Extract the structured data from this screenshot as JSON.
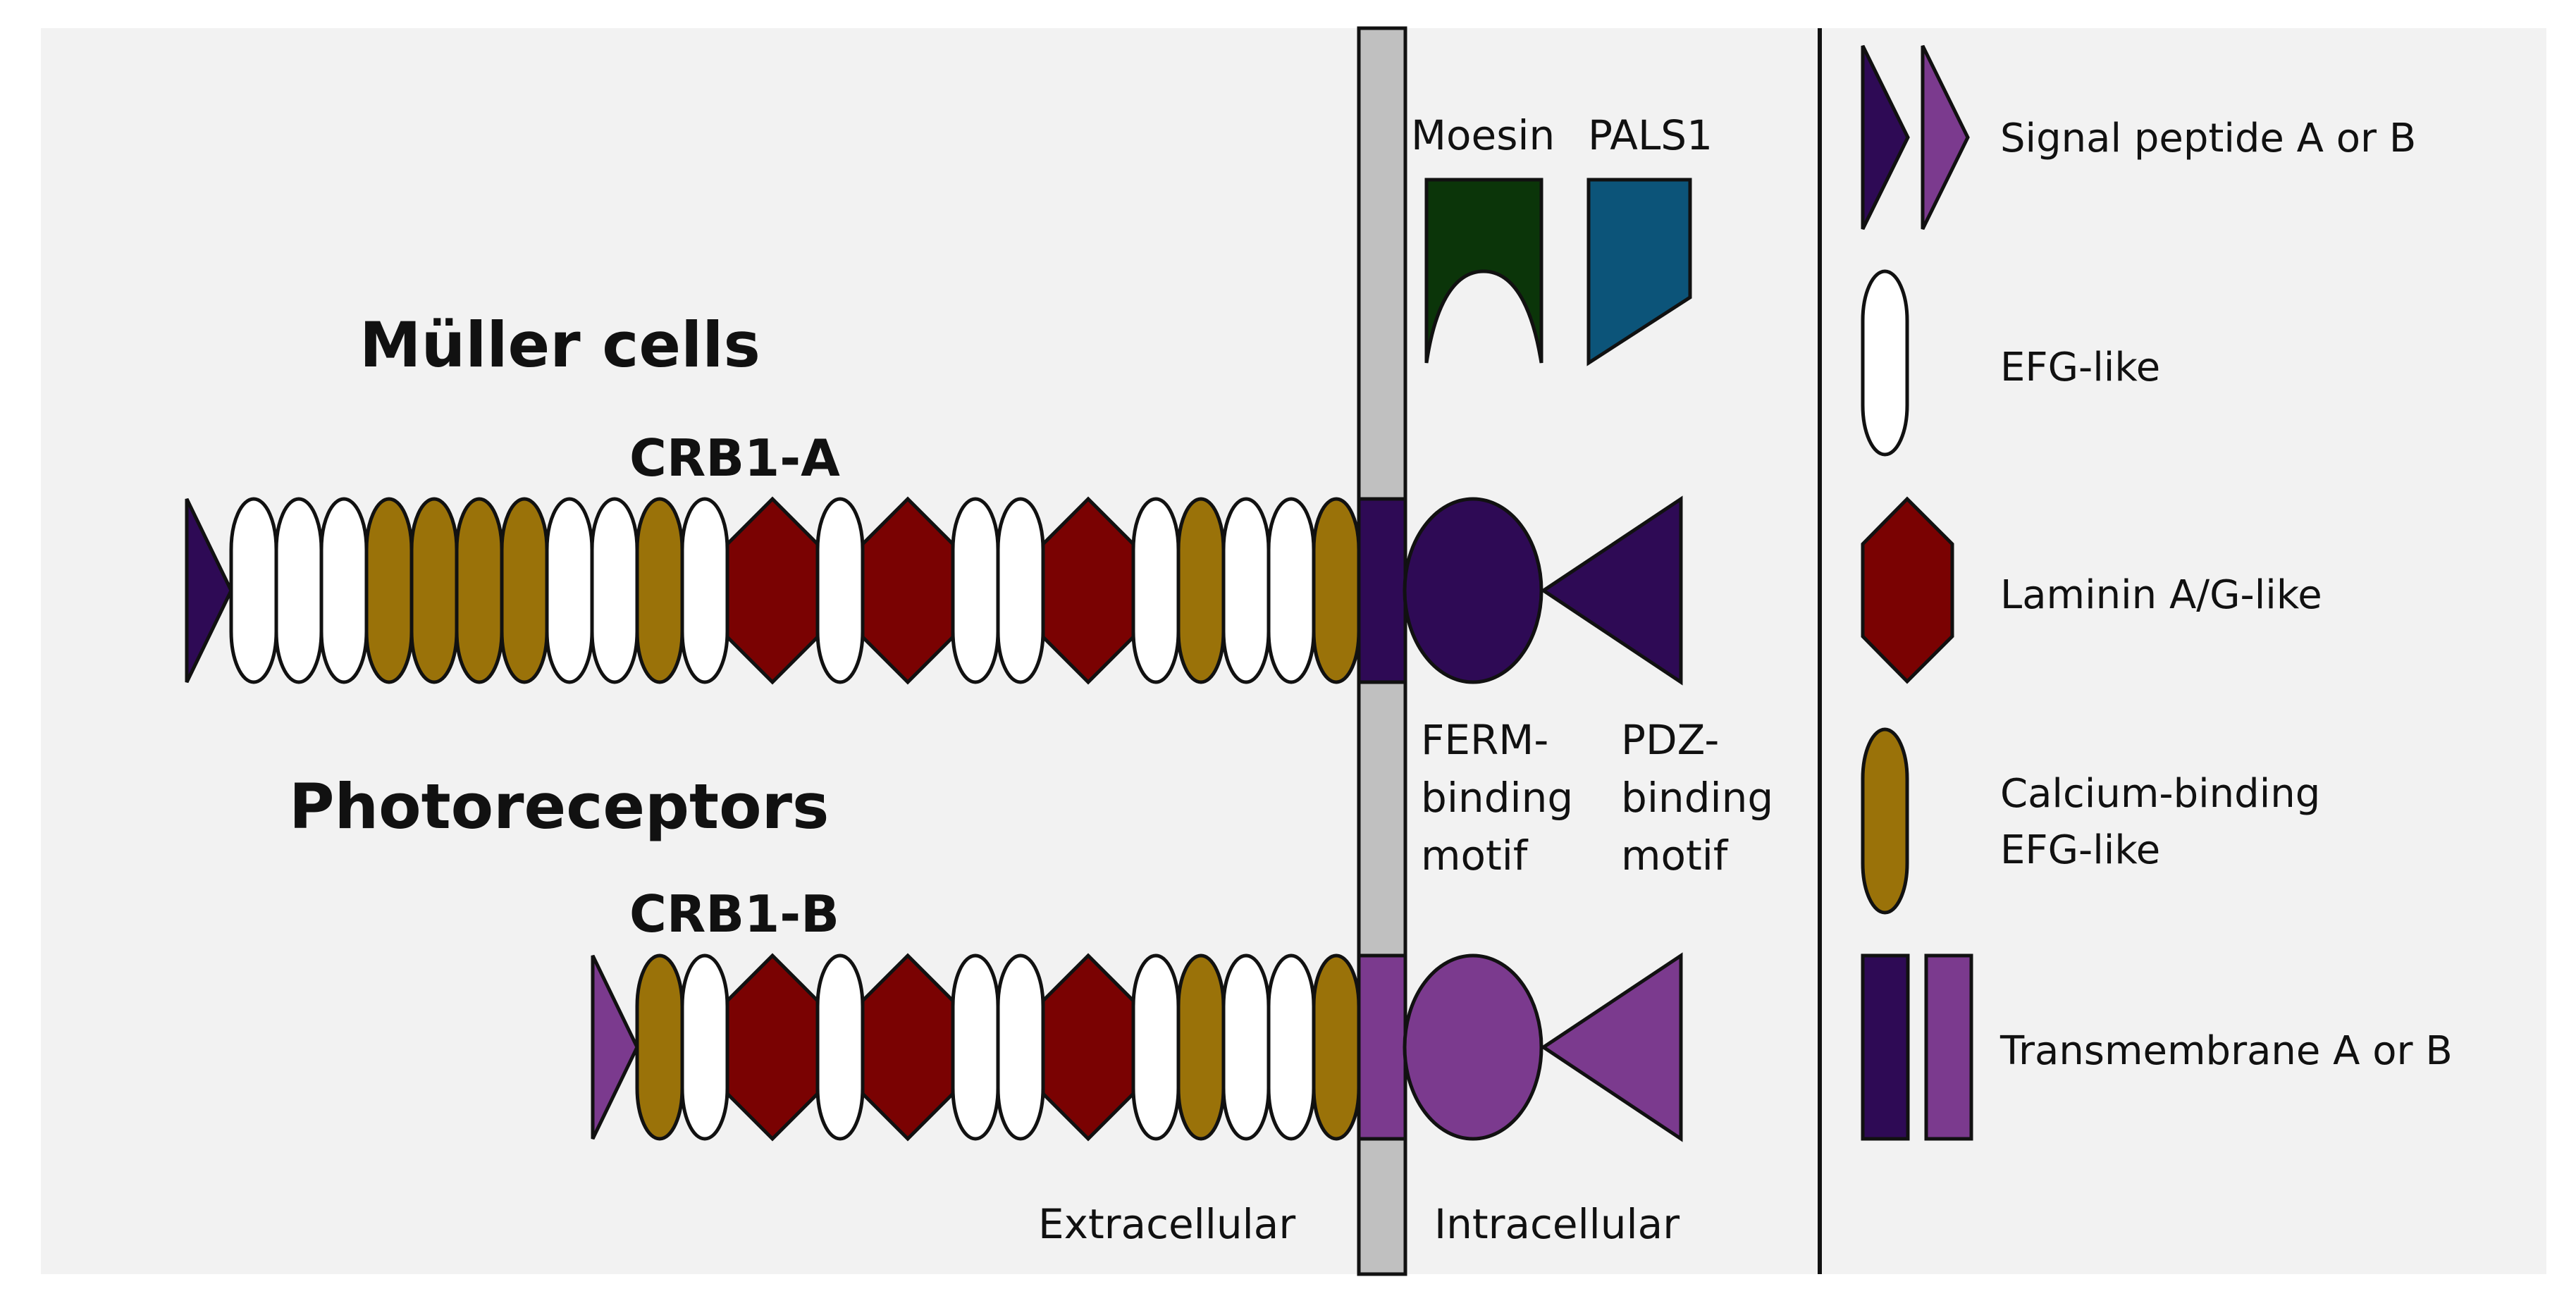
{
  "labels": {
    "muller_cells": "Müller cells",
    "crb1_a": "CRB1-A",
    "photoreceptors": "Photoreceptors",
    "crb1_b": "CRB1-B",
    "moesin": "Moesin",
    "pals1": "PALS1",
    "ferm_motif": [
      "FERM-",
      "binding",
      "motif"
    ],
    "pdz_motif": [
      "PDZ-",
      "binding",
      "motif"
    ],
    "extracellular": "Extracellular",
    "intracellular": "Intracellular"
  },
  "legend": {
    "signal_peptide": "Signal peptide A or B",
    "egf_like": "EFG-like",
    "laminin": "Laminin A/G-like",
    "calcium_binding": [
      "Calcium-binding",
      "EFG-like"
    ],
    "transmembrane": "Transmembrane A or B"
  },
  "colors": {
    "background": "#f2f2f2",
    "membrane": "#c0c0c0",
    "isoform_a": "#2e0a55",
    "isoform_b": "#7b3a8e",
    "egf_like": "#ffffff",
    "calcium_binding": "#9a7209",
    "laminin": "#7a0202",
    "moesin": "#0b3509",
    "pals1": "#0c5479",
    "outline": "#111111"
  },
  "crb1_a_domains": [
    "signal",
    "egf",
    "egf",
    "egf",
    "ca",
    "ca",
    "ca",
    "ca",
    "egf",
    "egf",
    "ca",
    "egf",
    "laminin",
    "egf",
    "laminin",
    "egf",
    "egf",
    "laminin",
    "egf",
    "ca",
    "egf",
    "egf",
    "ca"
  ],
  "crb1_b_domains": [
    "signal",
    "ca",
    "egf",
    "laminin",
    "egf",
    "laminin",
    "egf",
    "egf",
    "laminin",
    "egf",
    "ca",
    "egf",
    "egf",
    "ca"
  ]
}
